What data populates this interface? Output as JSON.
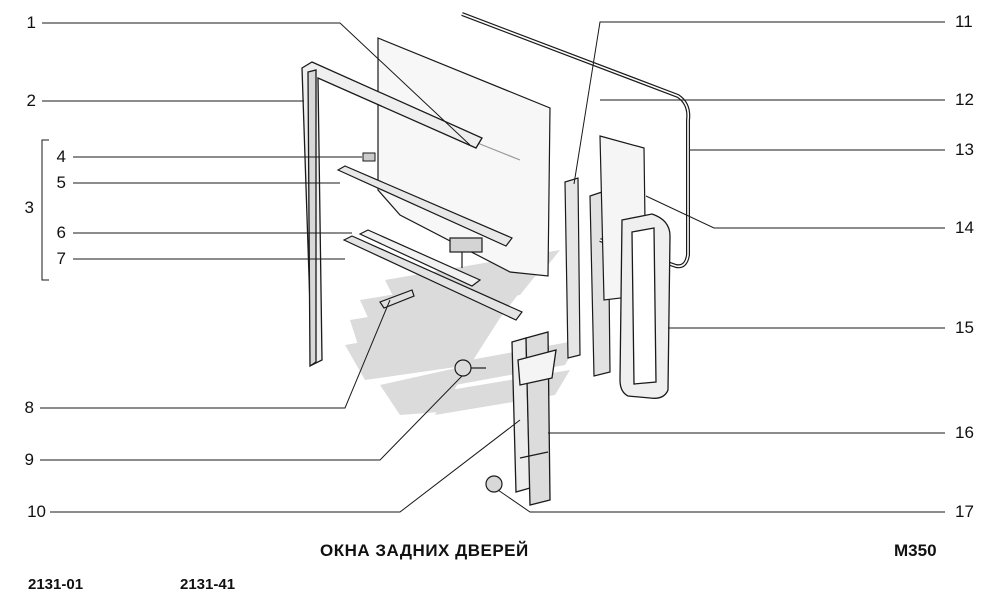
{
  "callouts_left": [
    "1",
    "2",
    "3",
    "4",
    "5",
    "6",
    "7",
    "8",
    "9",
    "10"
  ],
  "callouts_right": [
    "11",
    "12",
    "13",
    "14",
    "15",
    "16",
    "17"
  ],
  "title": "ОКНА ЗАДНИХ ДВЕРЕЙ",
  "code": "М350",
  "models": [
    "2131-01",
    "2131-41"
  ],
  "colors": {
    "line": "#1a1a1a",
    "part_fill": "#f4f4f4",
    "part_shade": "#d8d8d8",
    "watermark": "#c9c9c9"
  }
}
